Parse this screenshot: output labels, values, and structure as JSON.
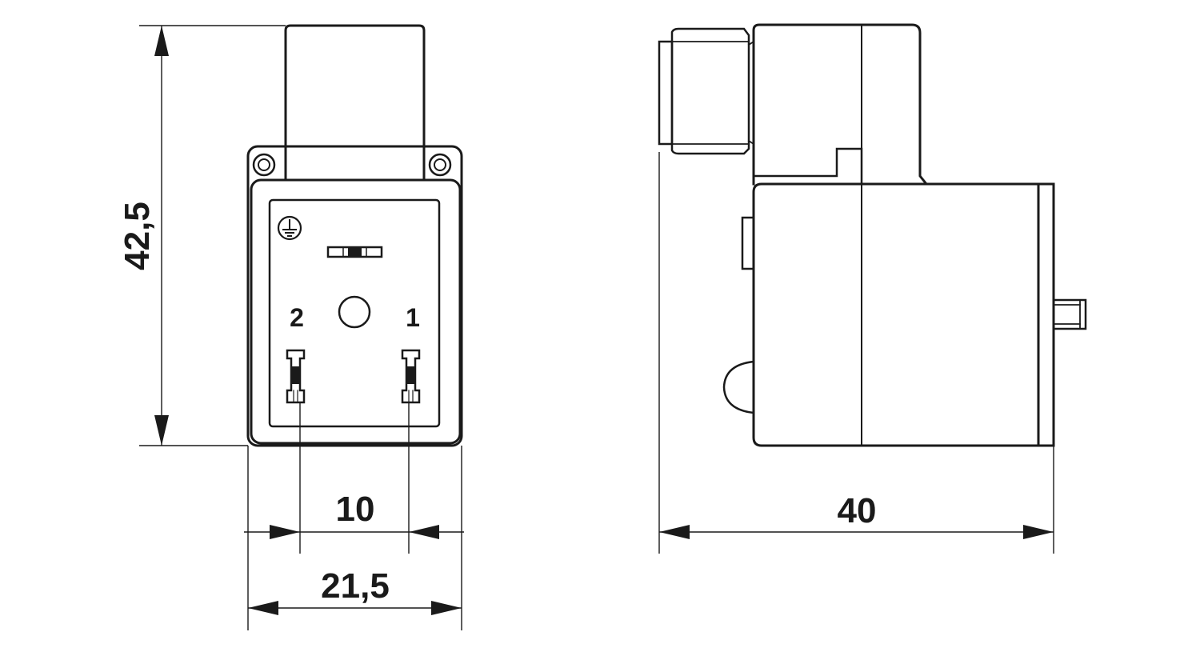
{
  "dimensions": {
    "height": "42,5",
    "pin_pitch": "10",
    "front_width": "21,5",
    "depth": "40"
  },
  "pin_labels": {
    "left": "2",
    "right": "1"
  },
  "icons": {
    "ground": "ground-symbol-icon"
  },
  "colors": {
    "line": "#1a1a1a",
    "background": "#ffffff"
  }
}
